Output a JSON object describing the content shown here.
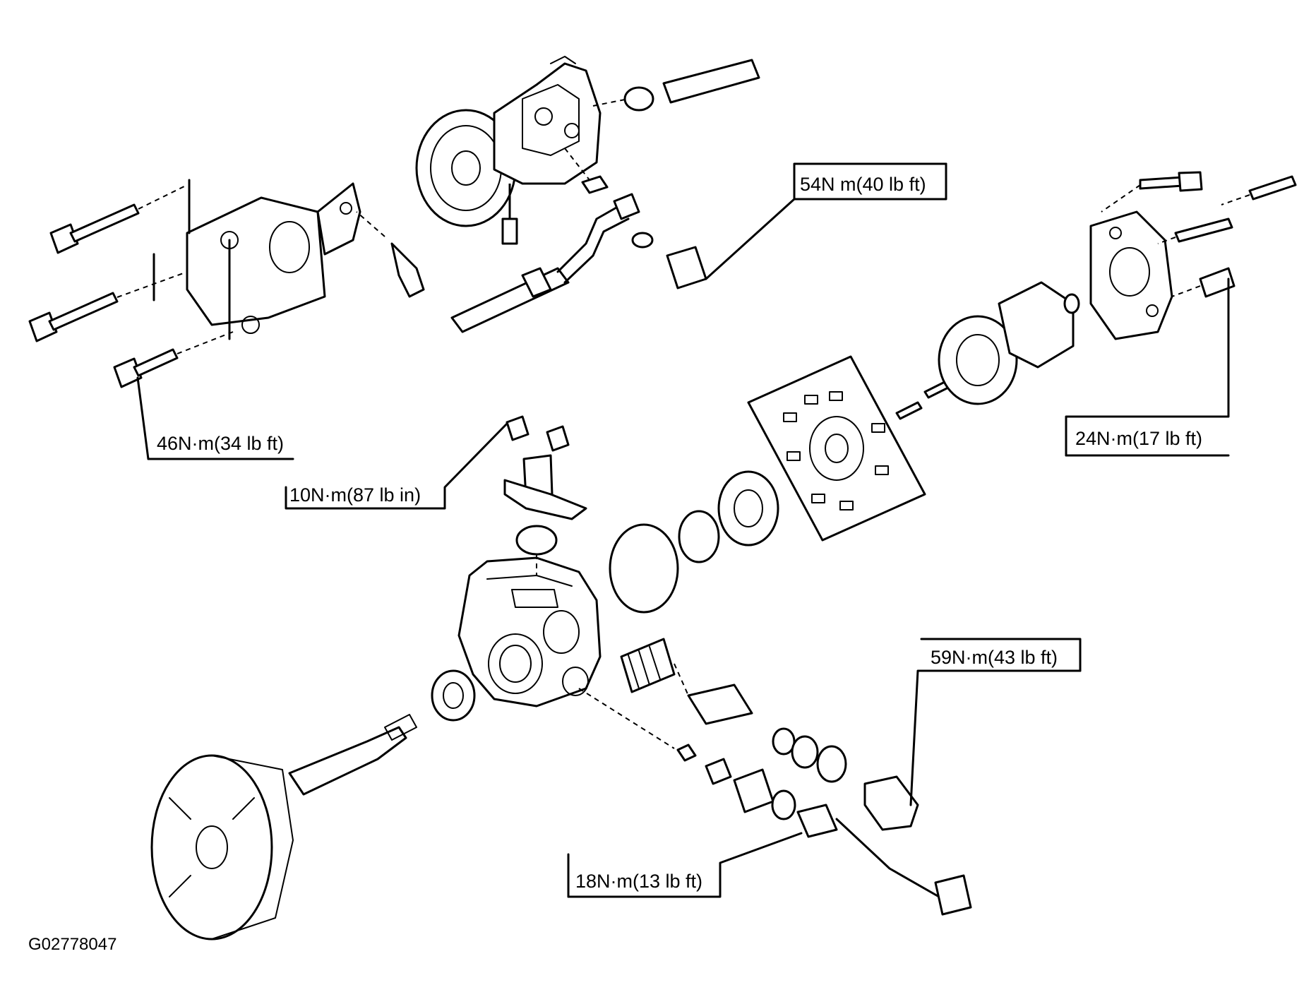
{
  "figure_code": "G02778047",
  "callouts": {
    "bracket_bolt": "46N·m(34 lb ft)",
    "reservoir_bolt": "10N·m(87 lb in)",
    "union_bolt": "54N m(40 lb ft)",
    "cover_bolt": "24N·m(17 lb ft)",
    "flow_plug": "59N·m(43 lb ft)",
    "pressure_switch": "18N·m(13 lb ft)"
  }
}
